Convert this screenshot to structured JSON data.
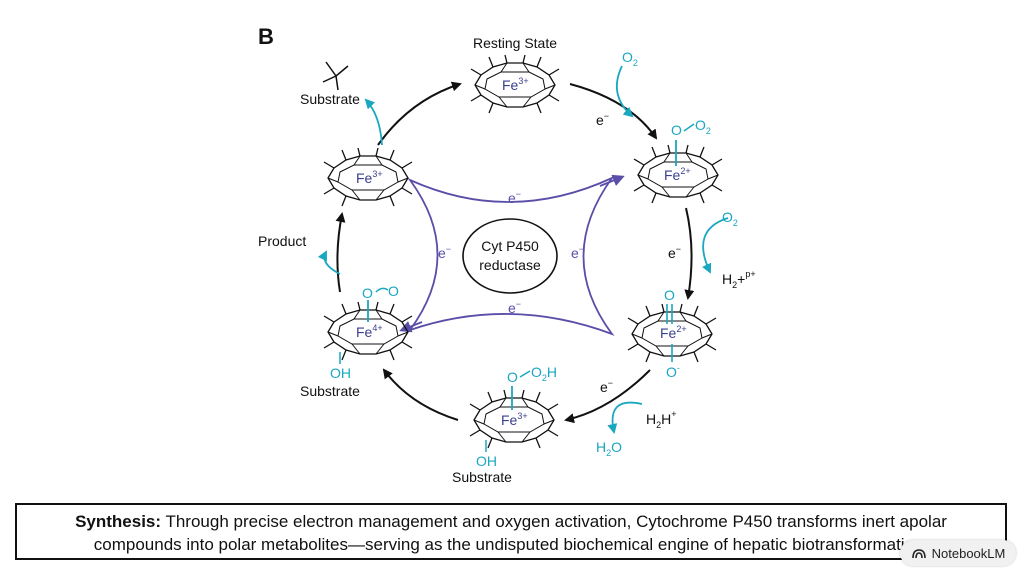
{
  "panel_label": "B",
  "center": {
    "line1": "Cyt P450",
    "line2": "reductase"
  },
  "states": {
    "resting": {
      "label": "Resting State",
      "iron": "Fe",
      "charge": "3+"
    },
    "oxy": {
      "iron": "Fe",
      "charge": "2+",
      "ligand_o": "O",
      "ligand_o2": "O",
      "ligand_sub": "2"
    },
    "peroxo": {
      "iron": "Fe",
      "charge": "2+",
      "top": "O",
      "bottom": "O",
      "bottom_charge": "-"
    },
    "hydroperoxo": {
      "iron": "Fe",
      "charge": "3+",
      "ligand_o": "O",
      "ligand_o2h": "O",
      "ligand_sub": "2",
      "ligand_h": "H",
      "oh": "OH",
      "substrate": "Substrate"
    },
    "ferryl": {
      "iron": "Fe",
      "charge": "4+",
      "ligand": "O",
      "oh": "OH",
      "substrate": "Substrate"
    },
    "ferric": {
      "iron": "Fe",
      "charge": "3+"
    }
  },
  "labels": {
    "substrate_top": "Substrate",
    "product": "Product",
    "o2_a": "O",
    "o2_a_sub": "2",
    "o2_b": "O",
    "o2_b_sub": "2",
    "h2_main": "H",
    "h2_sub": "2",
    "h2_plus": "+",
    "h2_sup": "p+",
    "h2h_main": "H",
    "h2h_sub": "2",
    "h2h_h": "H",
    "h2h_sup": "+",
    "h2o_main": "H",
    "h2o_sub": "2",
    "h2o_o": "O",
    "electron": "e",
    "electron_sup": "−"
  },
  "caption": {
    "bold": "Synthesis:",
    "line1": " Through precise electron management and oxygen activation, Cytochrome P450 transforms inert apolar",
    "line2": "compounds into polar metabolites—serving as the undisputed biochemical engine of hepatic biotransformation."
  },
  "badge": {
    "text": "NotebookLM",
    "icon": "notebooklm-logo-icon"
  },
  "colors": {
    "iron": "#3a3f8f",
    "oxygen": "#1aa7c0",
    "reductase": "#5a4fa8",
    "arrow": "#111111"
  }
}
